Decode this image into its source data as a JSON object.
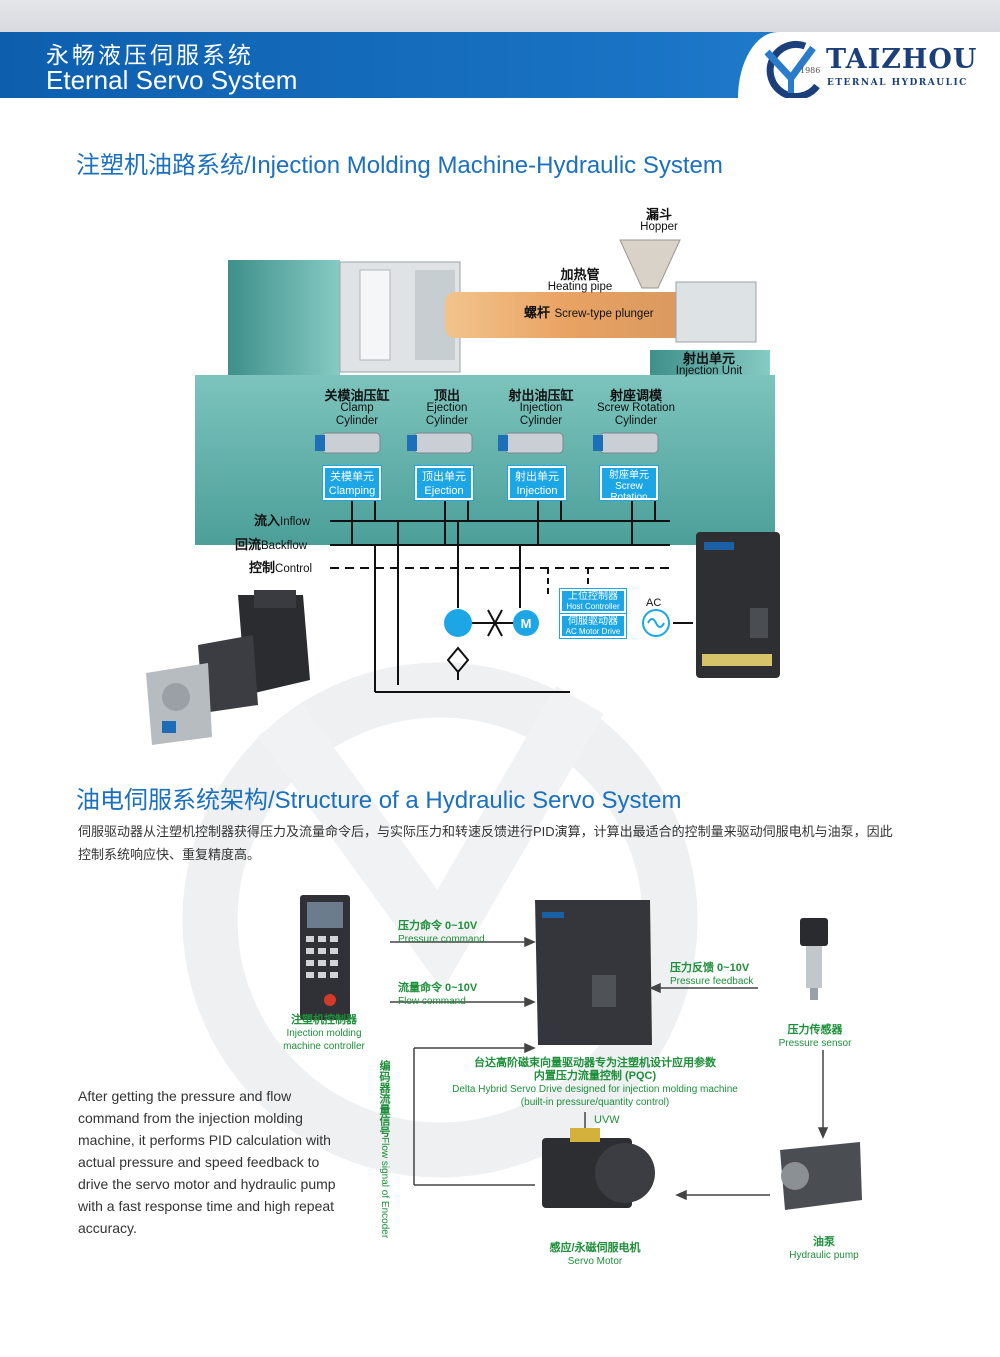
{
  "header": {
    "title_cn": "永畅液压伺服系统",
    "title_en": "Eternal Servo System",
    "brand": "TAIZHOU",
    "brand_sub": "ETERNAL HYDRAULIC",
    "brand_year": "1986"
  },
  "section1": {
    "title": "注塑机油路系统/Injection Molding Machine-Hydraulic System",
    "hopper_cn": "漏斗",
    "hopper_en": "Hopper",
    "heating_cn": "加热管",
    "heating_en": "Heating pipe",
    "screw_cn": "螺杆",
    "screw_en": "Screw-type plunger",
    "injection_unit_cn": "射出单元",
    "injection_unit_en": "Injection Unit",
    "cylinders": [
      {
        "cn": "关模油压缸",
        "en1": "Clamp",
        "en2": "Cylinder",
        "unit_cn": "关模单元",
        "unit_en": "Clamping"
      },
      {
        "cn": "顶出",
        "en1": "Ejection",
        "en2": "Cylinder",
        "unit_cn": "顶出单元",
        "unit_en": "Ejection"
      },
      {
        "cn": "射出油压缸",
        "en1": "Injection",
        "en2": "Cylinder",
        "unit_cn": "射出单元",
        "unit_en": "Injection"
      },
      {
        "cn": "射座调模",
        "en1": "Screw Rotation",
        "en2": "Cylinder",
        "unit_cn": "射座单元",
        "unit_en": "Screw Rotation"
      }
    ],
    "inflow_cn": "流入",
    "inflow_en": "Inflow",
    "backflow_cn": "回流",
    "backflow_en": "Backflow",
    "control_cn": "控制",
    "control_en": "Control",
    "host_cn": "上位控制器",
    "host_en": "Host Controller",
    "drive_cn": "伺服驱动器",
    "drive_en": "AC Motor Drive",
    "motor_letter": "M",
    "ac_label": "AC"
  },
  "section2": {
    "title": "油电伺服系统架构/Structure of a Hydraulic Servo System",
    "paragraph": "伺服驱动器从注塑机控制器获得压力及流量命令后，与实际压力和转速反馈进行PID演算，计算出最适合的控制量来驱动伺服电机与油泵，因此控制系统响应快、重复精度高。",
    "side_text": "After getting the pressure and flow command from the injection molding machine, it performs PID calculation with actual pressure and speed feedback to drive the servo motor and hydraulic pump with a fast response time and high repeat accuracy.",
    "pressure_cmd_cn": "压力命令 0~10V",
    "pressure_cmd_en": "Pressure command",
    "flow_cmd_cn": "流量命令 0~10V",
    "flow_cmd_en": "Flow command",
    "pressure_fb_cn": "压力反馈 0~10V",
    "pressure_fb_en": "Pressure feedback",
    "controller_cn": "注塑机控制器",
    "controller_en1": "Injection molding",
    "controller_en2": "machine controller",
    "sensor_cn": "压力传感器",
    "sensor_en": "Pressure sensor",
    "drive_desc_cn1": "台达高阶磁束向量驱动器专为注塑机设计应用参数",
    "drive_desc_cn2": "内置压力流量控制 (PQC)",
    "drive_desc_en1": "Delta Hybrid Servo Drive designed  for injection molding machine",
    "drive_desc_en2": "(built-in pressure/quantity  control)",
    "uvw": "UVW",
    "encoder_cn": "编码器流量信号",
    "encoder_en": "Flow signal of Encoder",
    "motor_cn": "感应/永磁伺服电机",
    "motor_en": "Servo Motor",
    "pump_cn": "油泵",
    "pump_en": "Hydraulic pump"
  },
  "colors": {
    "header_blue": "#1a73c4",
    "title_blue": "#1b70c0",
    "machine_teal": "#5fb3ad",
    "unit_blue": "#1ca6e6",
    "label_green": "#1e8f3a"
  }
}
